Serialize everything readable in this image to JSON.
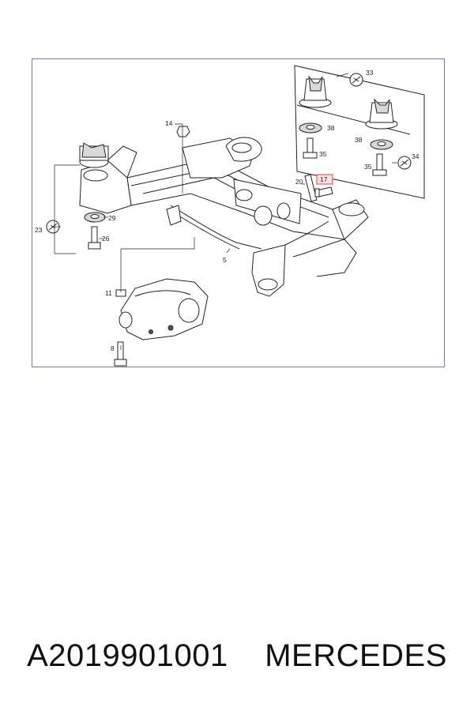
{
  "callouts": {
    "c33": "33",
    "c38a": "38",
    "c35a": "35",
    "c38b": "38",
    "c34": "34",
    "c35b": "35",
    "c20": "20",
    "c17": "17",
    "c14": "14",
    "c23": "23",
    "c29": "29",
    "c26": "26",
    "c5": "5",
    "c11": "11",
    "c8": "8"
  },
  "highlight": {
    "color": "#d94040",
    "fill": "#fde2e2"
  },
  "caption": {
    "part_number": "A2019901001",
    "brand": "MERCEDES"
  }
}
